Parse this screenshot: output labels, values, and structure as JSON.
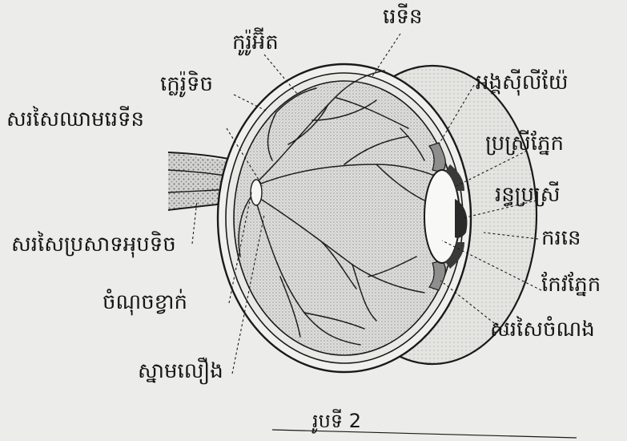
{
  "labels": {
    "retina": "រេទីន",
    "choroid_top": "កូរ៉ូអ៊ីត",
    "sclera": "ក្លេរ៉ូទិច",
    "retinal_vessels": "សរសៃឈាមរេទីន",
    "optic_nerve": "សរសៃប្រសាទអុបទិច",
    "blind_spot": "ចំណុចខ្វាក់",
    "yellow_spot": "ស្នាមលឿង",
    "ciliary_body": "អង្គស៊ីលីយ៉ែ",
    "iris": "ប្រស្រីភ្នែក",
    "pupil": "រន្ធប្រស្រី",
    "cornea": "ករនេ",
    "lens": "កែវភ្នែក",
    "suspensory_ligament": "សរសៃចំណង",
    "caption": "រូបទី 2"
  },
  "colors": {
    "ink": "#151515",
    "paper": "#ececea",
    "stipple": "#bcbcbc",
    "lens_fill": "#f4f4f2",
    "pupil_fill": "#2a2a2a"
  }
}
